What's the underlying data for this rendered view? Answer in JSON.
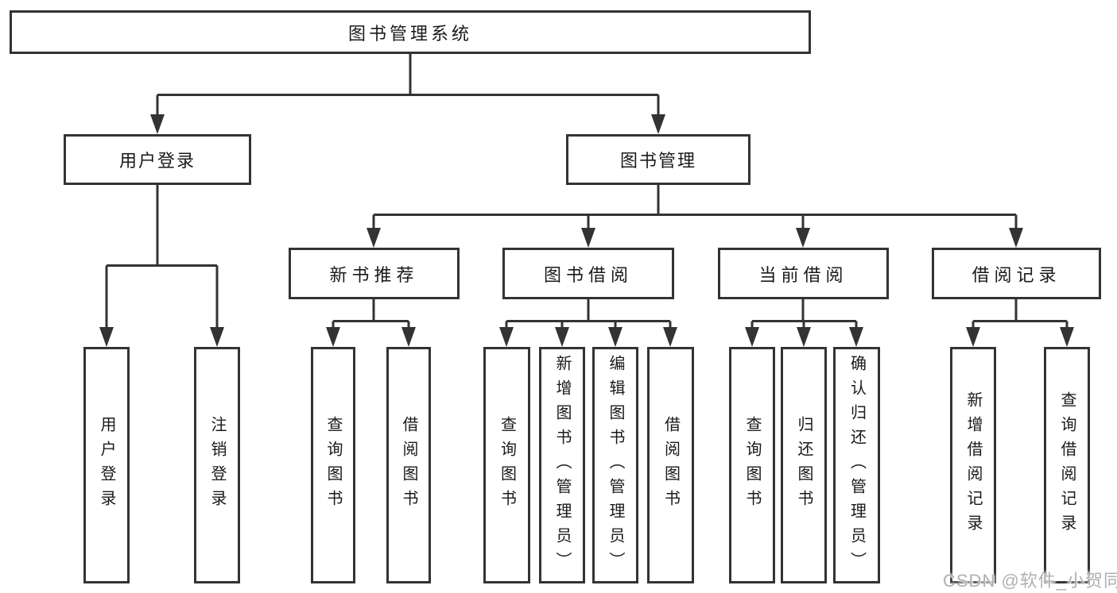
{
  "diagram": {
    "root": {
      "label": "图书管理系统"
    },
    "level2": [
      {
        "label": "用户登录"
      },
      {
        "label": "图书管理"
      }
    ],
    "level3": [
      {
        "label": "新书推荐"
      },
      {
        "label": "图书借阅"
      },
      {
        "label": "当前借阅"
      },
      {
        "label": "借阅记录"
      }
    ],
    "leaves": [
      {
        "label": "用户登录",
        "parent": "用户登录"
      },
      {
        "label": "注销登录",
        "parent": "用户登录"
      },
      {
        "label": "查询图书",
        "parent": "新书推荐"
      },
      {
        "label": "借阅图书",
        "parent": "新书推荐"
      },
      {
        "label": "查询图书",
        "parent": "图书借阅"
      },
      {
        "label": "新增图书（管理员）",
        "parent": "图书借阅"
      },
      {
        "label": "编辑图书（管理员）",
        "parent": "图书借阅"
      },
      {
        "label": "借阅图书",
        "parent": "图书借阅"
      },
      {
        "label": "查询图书",
        "parent": "当前借阅"
      },
      {
        "label": "归还图书",
        "parent": "当前借阅"
      },
      {
        "label": "确认归还（管理员）",
        "parent": "当前借阅"
      },
      {
        "label": "新增借阅记录",
        "parent": "借阅记录"
      },
      {
        "label": "查询借阅记录",
        "parent": "借阅记录"
      }
    ]
  },
  "watermark": {
    "text": "CSDN @软件_小贺同学"
  },
  "colors": {
    "line": "#333333",
    "text": "#1a1a1a",
    "watermark": "#b0b0b0",
    "background": "#ffffff"
  }
}
